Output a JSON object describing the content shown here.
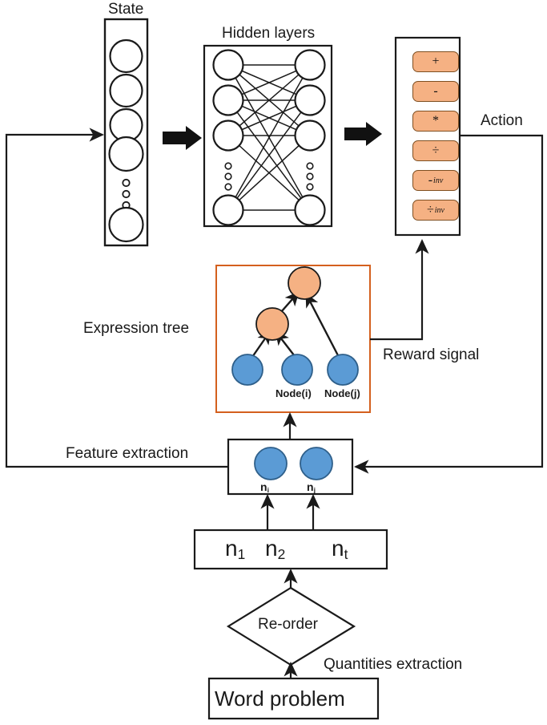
{
  "diagram": {
    "title_labels": {
      "state": "State",
      "hidden_layers": "Hidden layers",
      "action": "Action",
      "expression_tree": "Expression tree",
      "reward_signal": "Reward signal",
      "feature_extraction": "Feature extraction",
      "quantities_extraction": "Quantities extraction"
    },
    "state_box": {
      "node_count": 5,
      "ellipsis_dots": 3
    },
    "hidden_layers_box": {
      "layer_count": 2,
      "nodes_per_layer": 4,
      "ellipsis_dots": 3,
      "fully_connected": "true"
    },
    "action_box": {
      "operators": [
        {
          "symbol": "+",
          "sub": ""
        },
        {
          "symbol": "-",
          "sub": ""
        },
        {
          "symbol": "*",
          "sub": ""
        },
        {
          "symbol": "÷",
          "sub": ""
        },
        {
          "symbol": "-",
          "sub": "inv"
        },
        {
          "symbol": "÷",
          "sub": "inv"
        }
      ]
    },
    "expression_tree": {
      "border_color": "#D4601E",
      "operator_node_color": "#F5B183",
      "operand_node_color": "#5B9BD5",
      "operator_nodes": 2,
      "operand_nodes": 3,
      "leaf_labels": [
        "Node(i)",
        "Node(j)"
      ]
    },
    "feature_box": {
      "nodes": [
        {
          "label_base": "n",
          "label_sub": "i"
        },
        {
          "label_base": "n",
          "label_sub": "j"
        }
      ]
    },
    "quantities_box": {
      "items": [
        {
          "base": "n",
          "sub": "1"
        },
        {
          "base": "n",
          "sub": "2"
        },
        {
          "base": "n",
          "sub": "t"
        }
      ]
    },
    "reorder_node": {
      "label": "Re-order"
    },
    "input_node": {
      "label": "Word problem"
    },
    "colors": {
      "orange_fill": "#F5B183",
      "orange_stroke": "#7F4F21",
      "tree_border": "#D4601E",
      "blue_fill": "#5B9BD5",
      "blue_stroke": "#2E5F8A",
      "line": "#1A1A1A"
    }
  }
}
